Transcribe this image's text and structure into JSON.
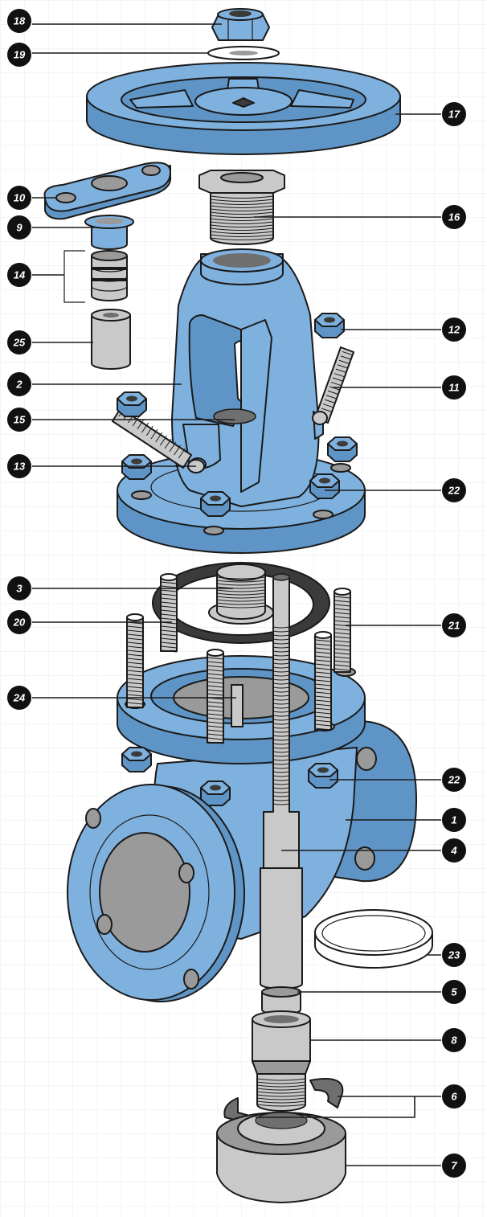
{
  "colors": {
    "part_blue": "#7fb1de",
    "part_blue_dark": "#5f95c6",
    "metal_gray": "#c9c9c9",
    "hole_gray": "#9a9a9a",
    "dark_gray": "#6f6f6f",
    "gasket_black": "#3b3b3b",
    "outline": "#1a1a1a",
    "badge": "#111111"
  },
  "callouts": [
    {
      "label": "18"
    },
    {
      "label": "19"
    },
    {
      "label": "17"
    },
    {
      "label": "10"
    },
    {
      "label": "16"
    },
    {
      "label": "9"
    },
    {
      "label": "14"
    },
    {
      "label": "12"
    },
    {
      "label": "25"
    },
    {
      "label": "2"
    },
    {
      "label": "11"
    },
    {
      "label": "15"
    },
    {
      "label": "13"
    },
    {
      "label": "22"
    },
    {
      "label": "3"
    },
    {
      "label": "20"
    },
    {
      "label": "21"
    },
    {
      "label": "24"
    },
    {
      "label": "22"
    },
    {
      "label": "1"
    },
    {
      "label": "4"
    },
    {
      "label": "23"
    },
    {
      "label": "5"
    },
    {
      "label": "8"
    },
    {
      "label": "6"
    },
    {
      "label": "7"
    }
  ]
}
